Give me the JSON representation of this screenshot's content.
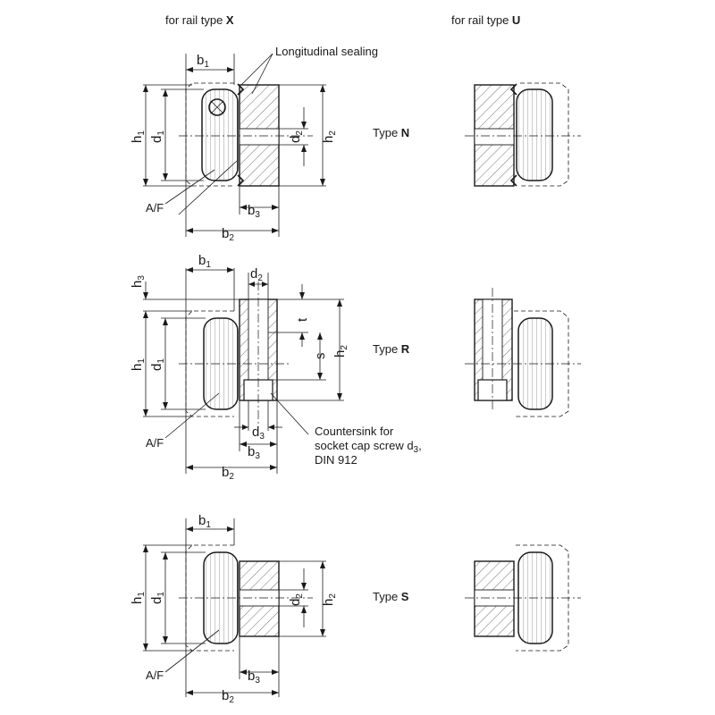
{
  "header": {
    "rail_x_prefix": "for rail type ",
    "rail_x_letter": "X",
    "rail_u_prefix": "for rail type ",
    "rail_u_letter": "U"
  },
  "annotations": {
    "longitudinal_sealing": "Longitudinal sealing",
    "countersink_line1": "Countersink for",
    "countersink_line2": "socket cap screw d",
    "countersink_line2_sub": "3",
    "countersink_line3": "DIN 912",
    "af": "A/F"
  },
  "types": [
    {
      "prefix": "Type ",
      "letter": "N"
    },
    {
      "prefix": "Type ",
      "letter": "R"
    },
    {
      "prefix": "Type ",
      "letter": "S"
    }
  ],
  "dimensions": {
    "b": "b",
    "h": "h",
    "d": "d",
    "t": "t",
    "s": "s",
    "sub1": "1",
    "sub2": "2",
    "sub3": "3"
  }
}
